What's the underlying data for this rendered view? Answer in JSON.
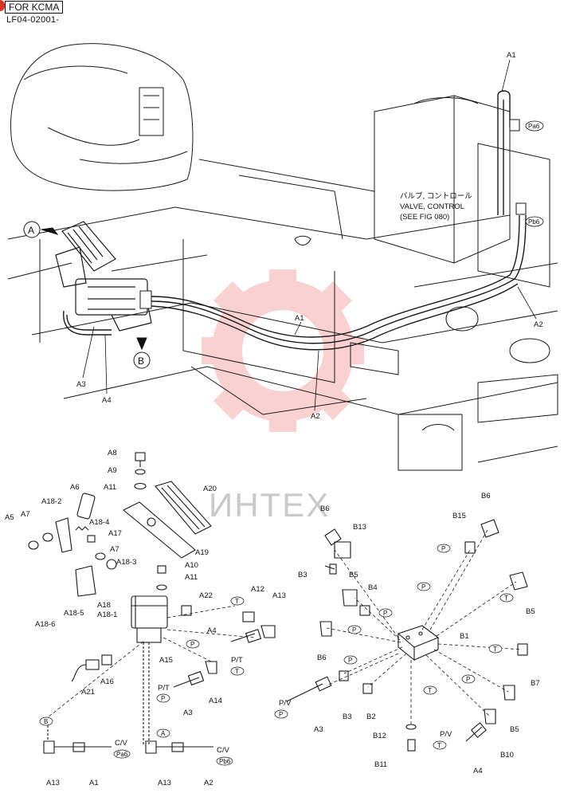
{
  "header": {
    "tag": "FOR KCMA",
    "code": "LF04-02001-"
  },
  "watermark": "ИНТЕХ",
  "colors": {
    "line": "#1a1a1a",
    "watermark_gear": "#f29a9a",
    "watermark_text": "#c9c9c9",
    "tab": "#dd3322"
  },
  "callout_valve": {
    "jp": "バルブ, コントロール",
    "en": "VALVE, CONTROL",
    "ref": "(SEE FIG 080)"
  },
  "view_labels": {
    "a": "A",
    "b": "B"
  },
  "port_tags": {
    "pa6": "Pa6",
    "pb6": "Pb6",
    "p": "P",
    "t": "T",
    "b": "B",
    "a": "A"
  },
  "line_labels": {
    "pt": "P/T",
    "pv": "P/V",
    "cv": "C/V"
  },
  "parts": {
    "a1": "A1",
    "a2": "A2",
    "a3": "A3",
    "a4": "A4",
    "a5": "A5",
    "a6": "A6",
    "a7": "A7",
    "a8": "A8",
    "a9": "A9",
    "a10": "A10",
    "a11": "A11",
    "a12": "A12",
    "a13": "A13",
    "a14": "A14",
    "a15": "A15",
    "a16": "A16",
    "a17": "A17",
    "a18": "A18",
    "a18_1": "A18-1",
    "a18_2": "A18-2",
    "a18_3": "A18-3",
    "a18_4": "A18-4",
    "a18_5": "A18-5",
    "a18_6": "A18-6",
    "a19": "A19",
    "a20": "A20",
    "a21": "A21",
    "a22": "A22",
    "b1": "B1",
    "b2": "B2",
    "b3": "B3",
    "b4": "B4",
    "b5": "B5",
    "b6": "B6",
    "b7": "B7",
    "b10": "B10",
    "b11": "B11",
    "b12": "B12",
    "b13": "B13",
    "b15": "B15"
  }
}
